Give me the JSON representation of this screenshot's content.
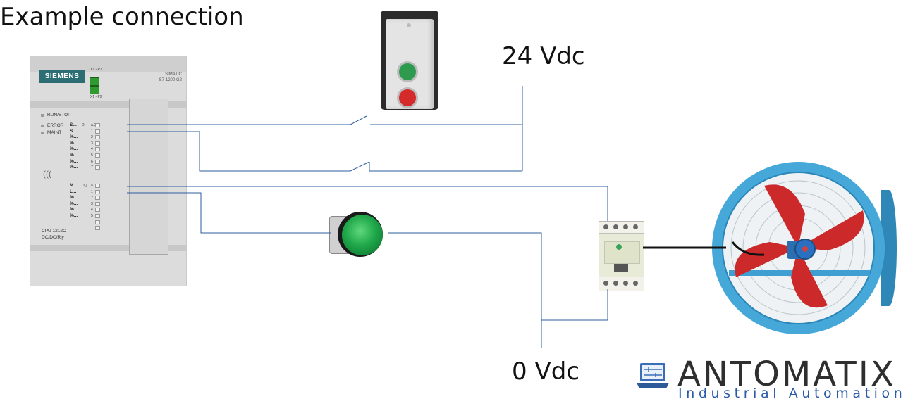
{
  "title": "Example connection",
  "labels": {
    "v24": "24 Vdc",
    "v0": "0 Vdc"
  },
  "plc": {
    "brand": "SIEMENS",
    "model_line1": "SIMATIC",
    "model_line2": "S7-1200 G2",
    "port1": "X1 - P1",
    "port2": "X1 - P2",
    "status_leds": [
      "RUN/STOP",
      "ERROR",
      "MAINT"
    ],
    "di_group": "DI",
    "di_names": [
      "S...",
      "S...",
      "%...",
      "%...",
      "%...",
      "%...",
      "%...",
      "%..."
    ],
    "do_group": "DQ",
    "do_names": [
      "M...",
      "L...",
      "%...",
      "%...",
      "%...",
      "%..."
    ],
    "cpu_line1": "CPU 1212C",
    "cpu_line2": "DC/DC/Rly"
  },
  "logo": {
    "name": "ANTOMATIX",
    "tagline": "Industrial Automation"
  },
  "colors": {
    "wire": "#2e5f9e",
    "power_cable": "#111111",
    "logo_blue": "#2a5aa8"
  },
  "icons": {
    "control_station": "start-stop-pushbutton-station",
    "pilot_light": "green-pilot-light",
    "contactor": "contactor",
    "fan": "axial-fan",
    "switch": "normally-open-contact"
  }
}
